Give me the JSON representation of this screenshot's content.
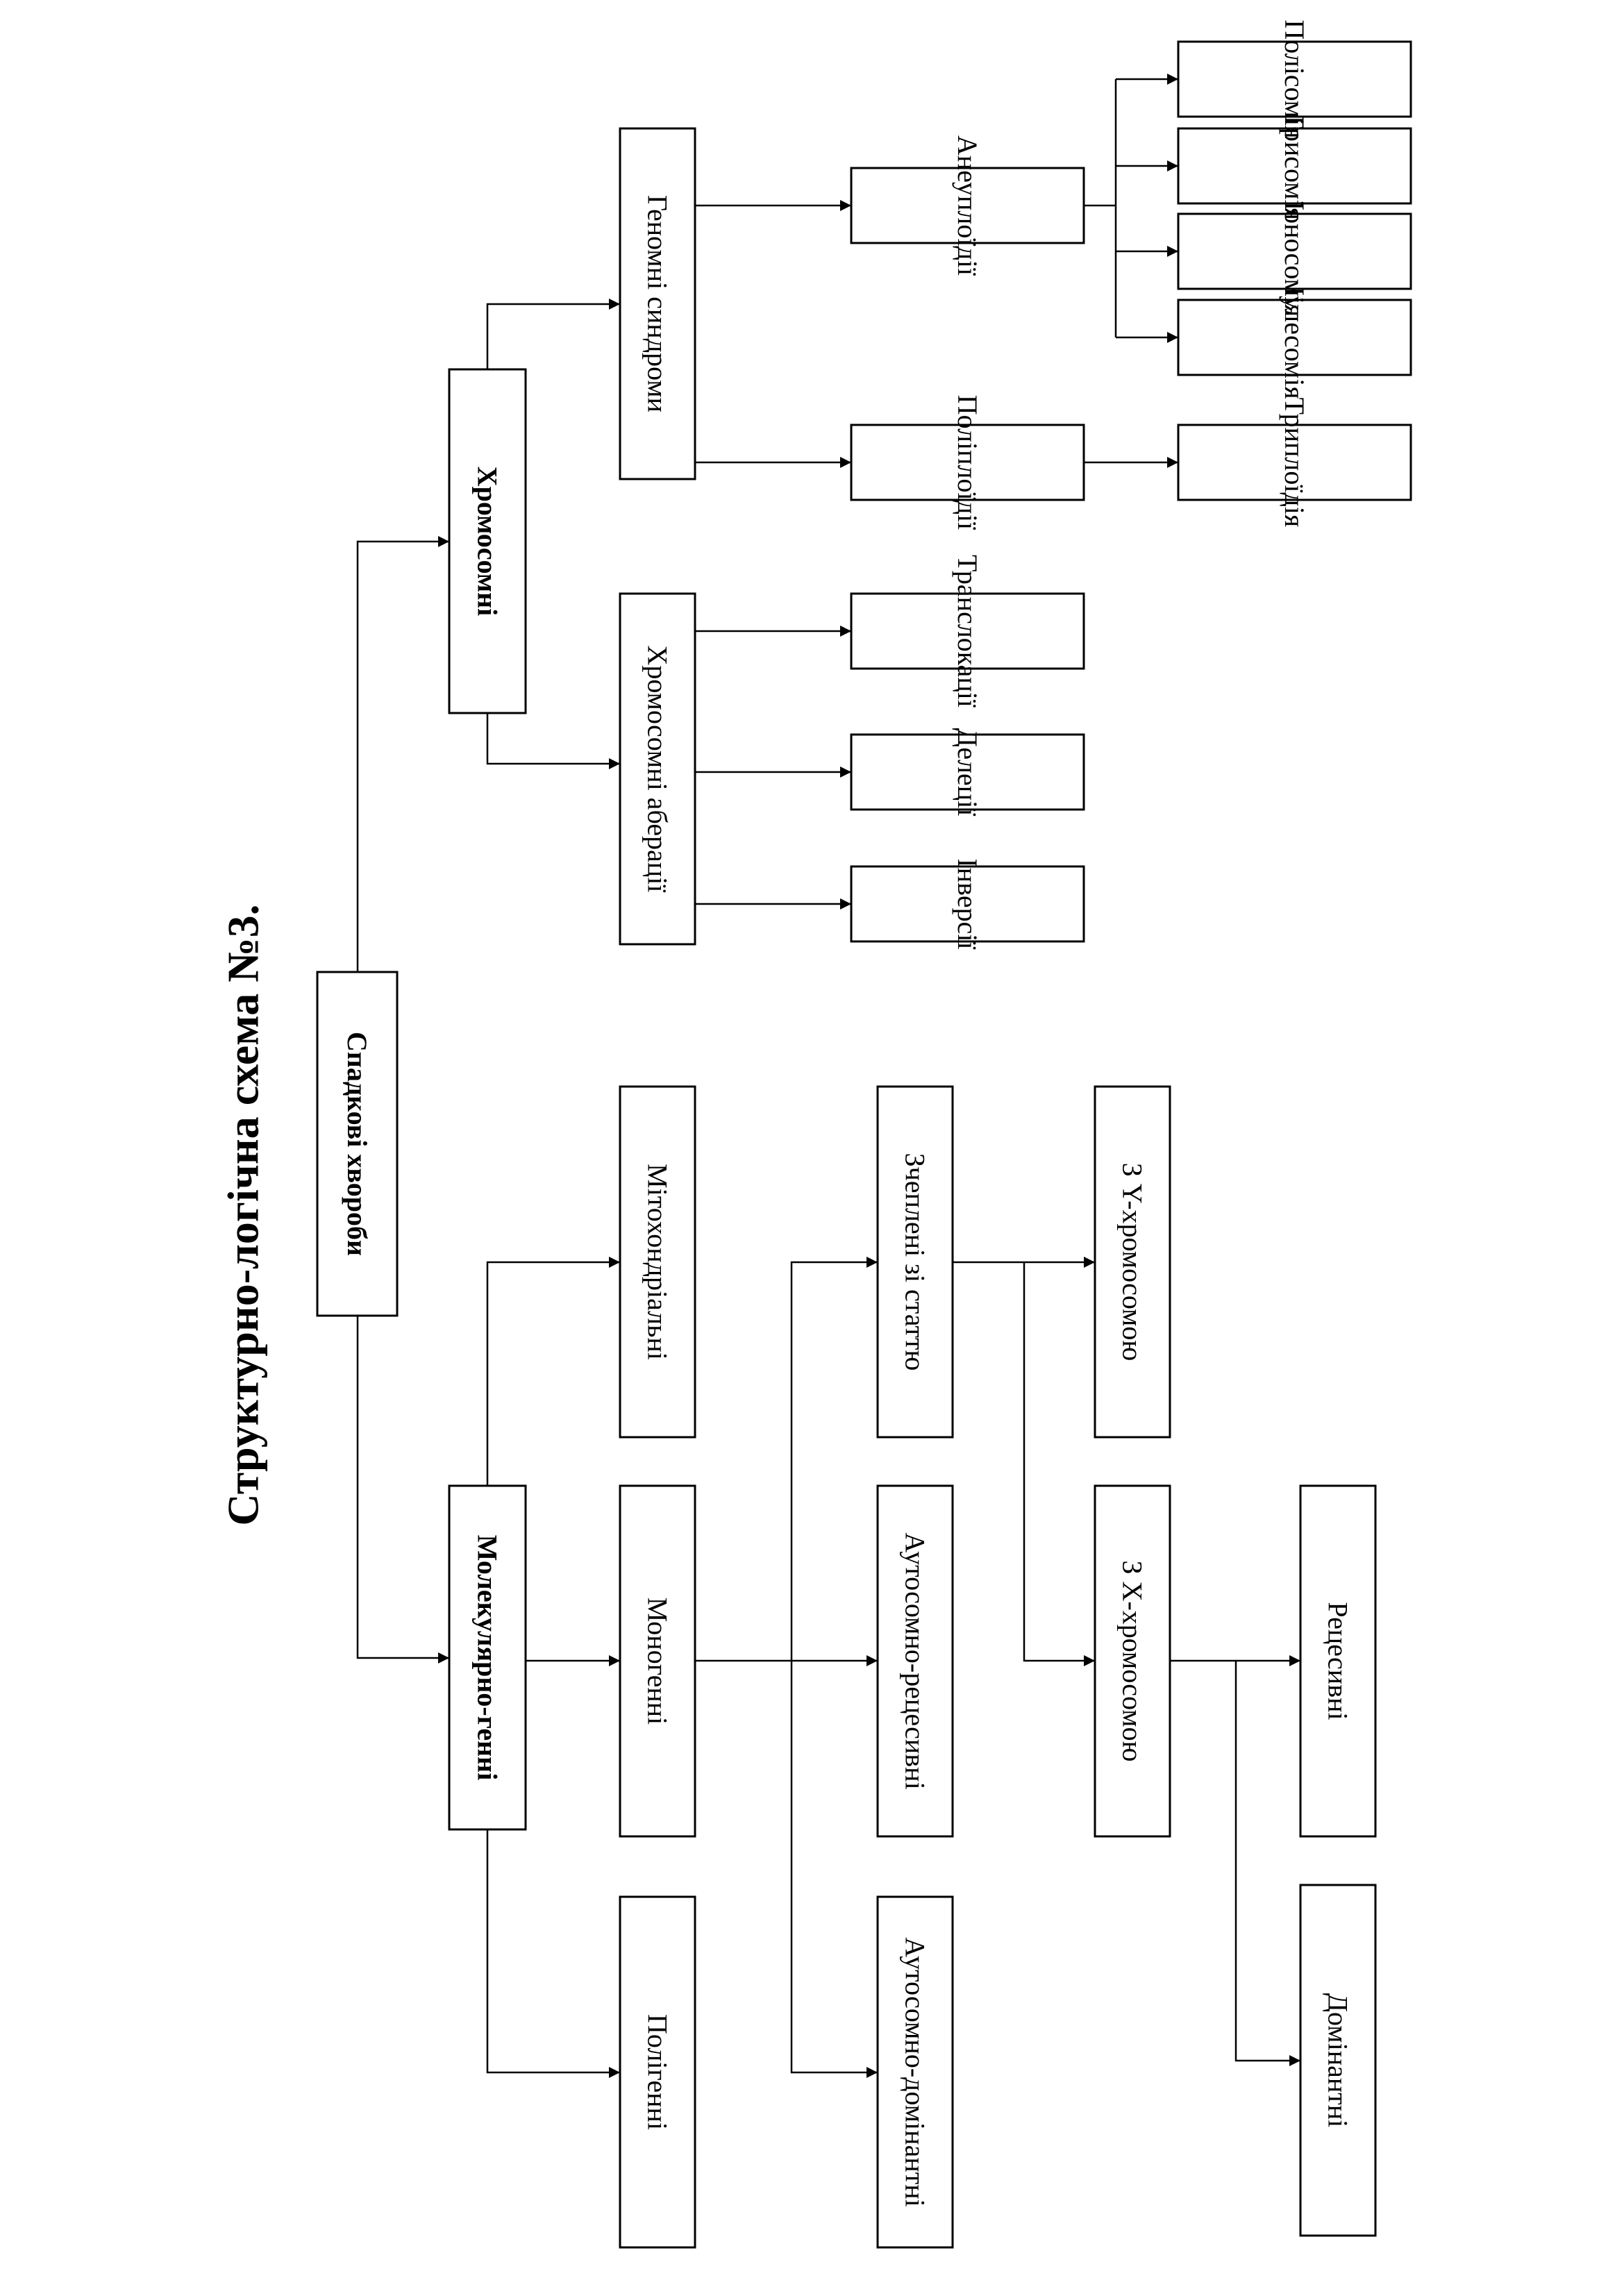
{
  "title": "Структурно-логічна схема №3.",
  "nodes": {
    "root": "Спадкові хвороби",
    "molecular": "Молекулярно-генні",
    "chromosomal": "Хромосомні",
    "polygenic": "Полігенні",
    "monogenic": "Моногенні",
    "mitochondrial": "Мітохондріальні",
    "autosomal_dominant": "Аутосомно-домінантні",
    "autosomal_recessive": "Аутосомно-рецесивні",
    "sex_linked": "Зчеплені зі статтю",
    "x_linked": "З X-хромосомою",
    "y_linked": "З Y-хромосомою",
    "dominant": "Домінантні",
    "recessive": "Рецесивні",
    "aberrations": "Хромосомні аберації",
    "genomic": "Геномні синдроми",
    "inversions": "Інверсії",
    "deletions": "Делеції",
    "translocations": "Транслокації",
    "polyploidy": "Поліплоїдії",
    "aneuploidy": "Анеуплоїдії",
    "triploidy": "Триплоїдія",
    "nullisomy": "Нулесомія",
    "monosomy": "Моносомія",
    "trisomy": "Трисомія",
    "polysomy": "Полісомія"
  }
}
